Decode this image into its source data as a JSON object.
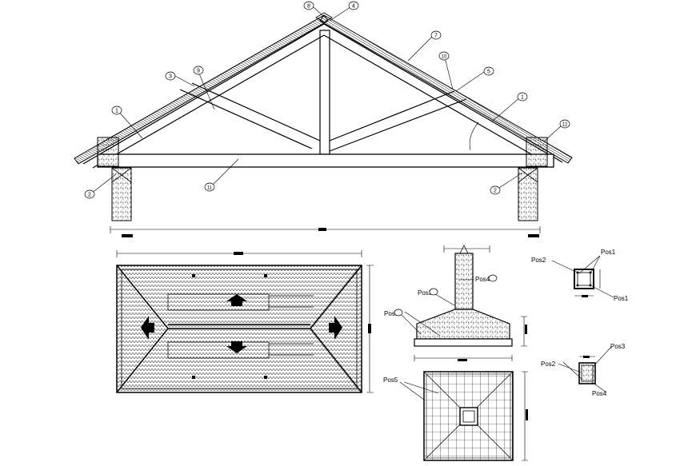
{
  "truss": {
    "callouts": [
      "8",
      "4",
      "7",
      "10",
      "3",
      "9",
      "5",
      "1",
      "1",
      "12",
      "11",
      "2",
      "2"
    ],
    "dimension_label": "",
    "level_tags": [
      "",
      ""
    ]
  },
  "roof_plan": {
    "top_dimension": "",
    "side_dimension": ""
  },
  "footing": {
    "labels": [
      "Pos4",
      "Pos3",
      "Pos5"
    ],
    "bottom_dimension": "",
    "side_dimension": ""
  },
  "column_section": {
    "labels": [
      "Pos2",
      "Pos1",
      "Pos1"
    ],
    "dimension": ""
  },
  "beam_section": {
    "labels": [
      "Pos3",
      "Pos2",
      "Pos4"
    ],
    "dimension": ""
  },
  "footing_plan": {
    "labels": [
      "Pos5"
    ],
    "side_dimension": ""
  },
  "colors": {
    "line": "#000000",
    "background": "#ffffff"
  }
}
